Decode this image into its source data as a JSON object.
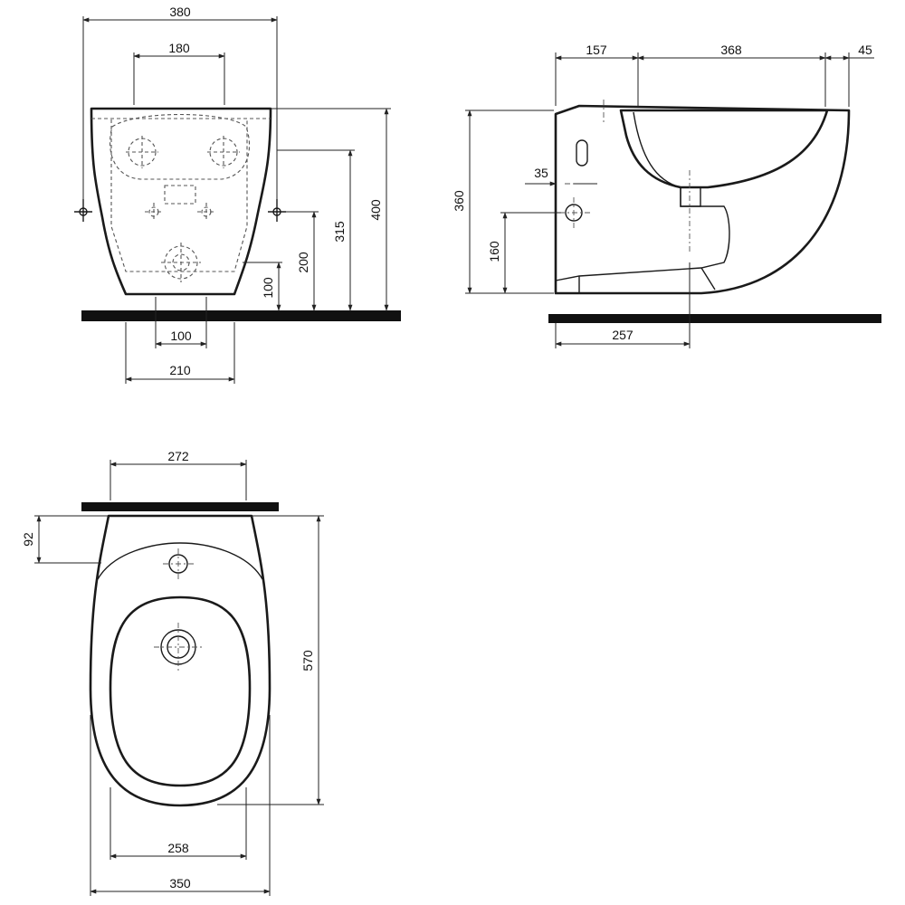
{
  "dimensions": {
    "front_width": "380",
    "front_fixing": "180",
    "front_height": "400",
    "front_top_holes": "315",
    "front_inlet": "200",
    "front_waste": "100",
    "front_base_inner": "100",
    "front_base_outer": "210",
    "side_rear": "157",
    "side_bowl": "368",
    "side_front": "45",
    "side_height": "360",
    "side_inlet_offset": "35",
    "side_inlet_height": "160",
    "side_base": "257",
    "top_fixing": "272",
    "top_tap": "92",
    "top_length": "570",
    "top_bowl_width": "258",
    "top_width": "350"
  },
  "colors": {
    "line": "#1a1a1a",
    "wall": "#111111",
    "background": "#ffffff"
  },
  "icons": [
    "crosshair-icon",
    "outlet-icon",
    "inlet-icon",
    "tap-hole-icon",
    "drain-icon"
  ]
}
